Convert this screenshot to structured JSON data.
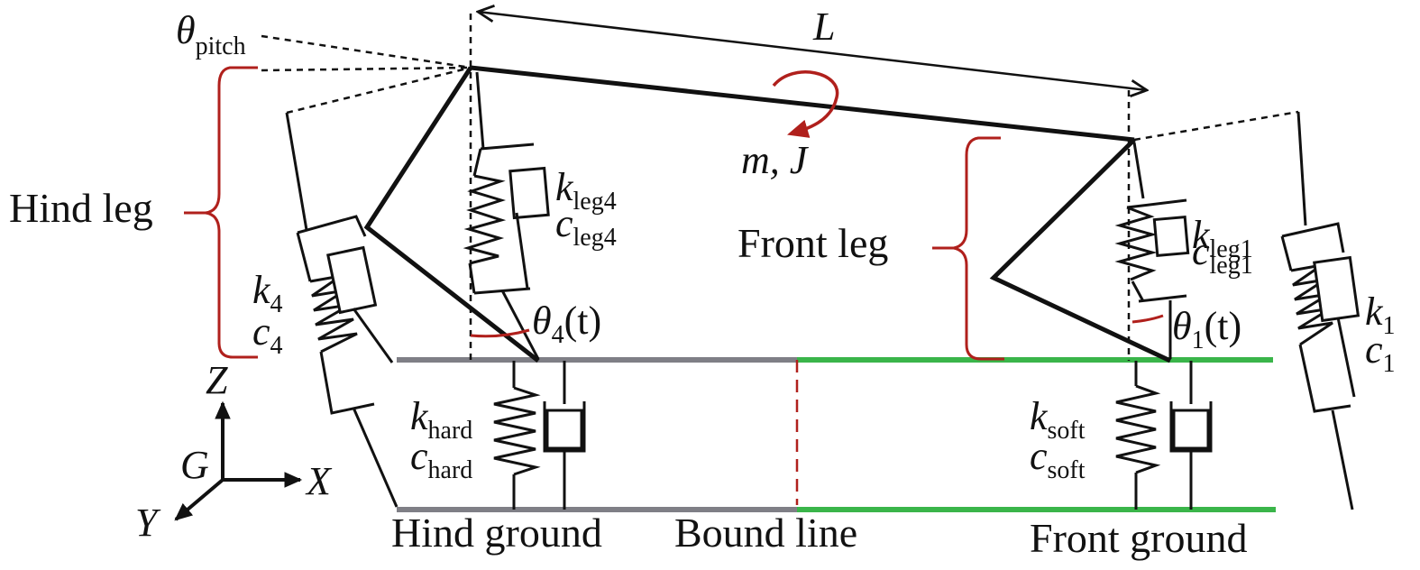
{
  "labels": {
    "L": "L",
    "theta": "θ",
    "pitch": "pitch",
    "m_J": "m, J",
    "hind_leg": "Hind leg",
    "front_leg": "Front leg",
    "k": "k",
    "c": "c",
    "leg4": "leg4",
    "leg1": "leg1",
    "four": "4",
    "one": "1",
    "t_arg": "(t)",
    "hard": "hard",
    "soft": "soft",
    "axis_z": "Z",
    "axis_x": "X",
    "axis_y": "Y",
    "axis_g": "G",
    "hind_ground": "Hind ground",
    "bound_line": "Bound line",
    "front_ground": "Front ground"
  },
  "colors": {
    "hind_ground": "#7f7f86",
    "front_ground": "#3ab54a",
    "annotation_red": "#b0201c",
    "ink": "#111111"
  }
}
